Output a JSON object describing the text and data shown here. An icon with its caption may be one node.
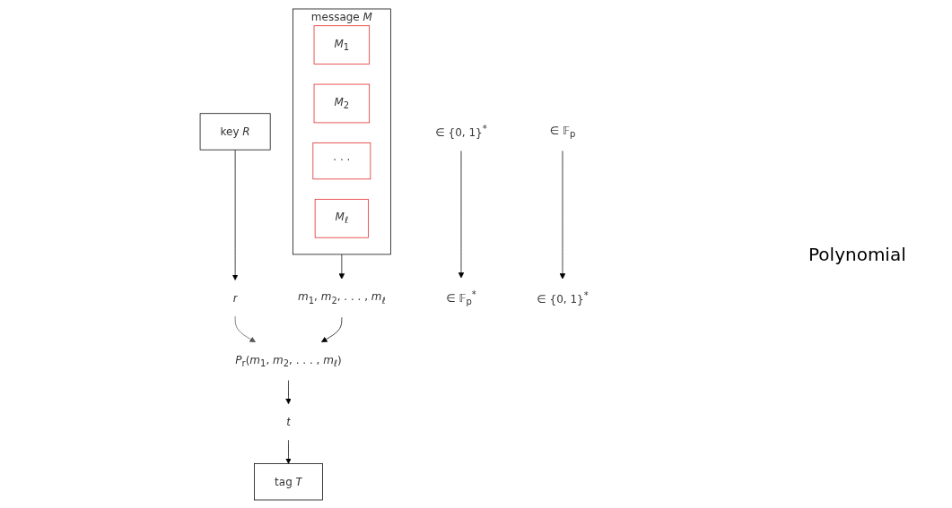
{
  "diagram": {
    "nodes": [
      {
        "text": [
          "key *R*"
        ]
      },
      {
        "text": [
          "message *M*"
        ]
      },
      {
        "text": [
          "*M*$_{1}$"
        ],
        "in": 1
      },
      {
        "text": [
          "*M*$_{2}$"
        ],
        "in": 1
      },
      {
        "text": [
          "· · ·"
        ],
        "in": 1
      },
      {
        "text": [
          "*M*$_{ℓ}$"
        ],
        "in": 1
      },
      {
        "text": [
          "∈ {0, 1}$^{*}$"
        ]
      },
      {
        "text": [
          "*r*"
        ]
      },
      {
        "text": [
          "*m*$_{1}$, *m*$_{2}$, . . . , *m*$_{ℓ}$"
        ]
      },
      {
        "text": [
          "∈ 𝔽$_{p}$$^{*}$"
        ]
      },
      {
        "text": [
          "*P*$_{r}$(*m*$_{1}$, *m*$_{2}$, . . . , *m*$_{ℓ}$)"
        ]
      },
      {
        "text": [
          "*t*"
        ]
      },
      {
        "text": [
          "∈ 𝔽$_{p}$"
        ]
      },
      {
        "text": [
          "tag *T*"
        ]
      },
      {
        "text": [
          "∈ {0, 1}$^{*}$"
        ]
      }
    ],
    "edges": [
      {
        "from": 0,
        "to": 7,
        "arrow": "to"
      },
      {
        "from": 1,
        "to": 8,
        "arrow": "to"
      },
      {
        "from": 6,
        "to": 9,
        "arrow": "to"
      },
      {
        "from": 7,
        "to": 10,
        "arrow": "to",
        "color": "#555555"
      },
      {
        "from": 8,
        "to": 10,
        "arrow": "to"
      },
      {
        "from": 10,
        "to": 11,
        "arrow": "to"
      },
      {
        "from": 11,
        "to": 13,
        "arrow": "to"
      },
      {
        "from": 12,
        "to": 14,
        "arrow": "to"
      }
    ],
    "labels": [
      "Polynomial"
    ]
  }
}
